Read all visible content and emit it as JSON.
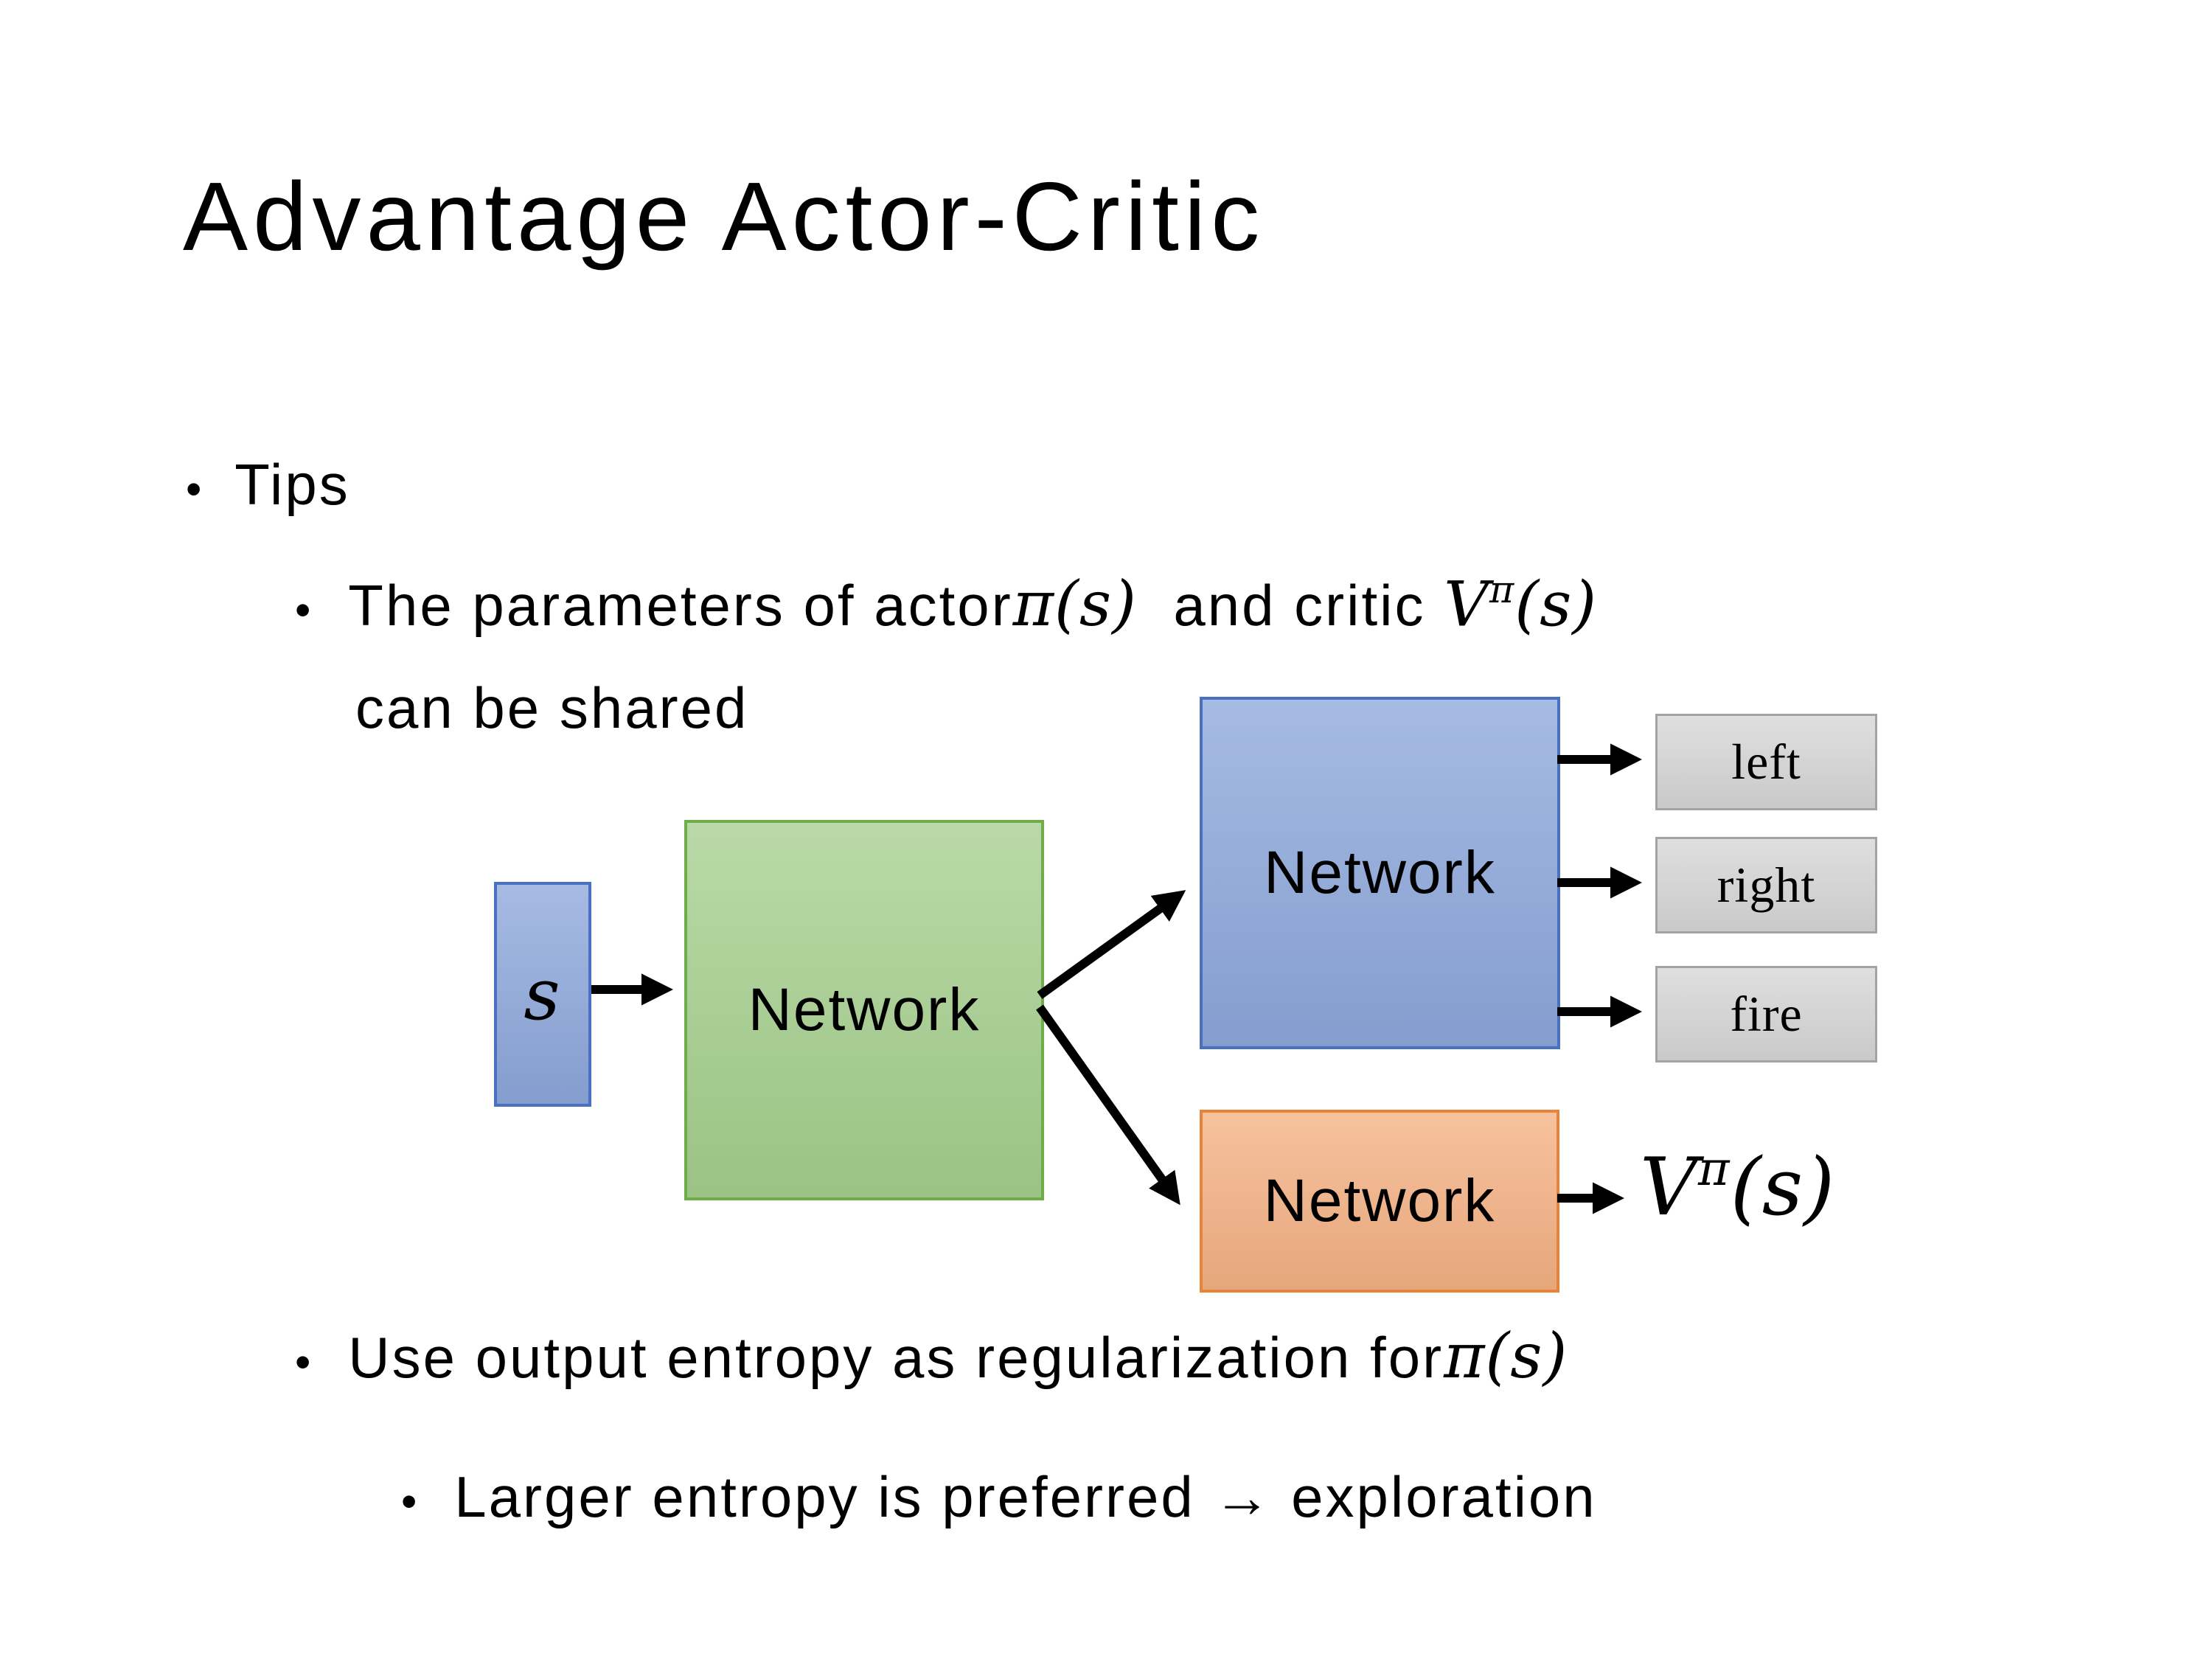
{
  "title": "Advantage Actor-Critic",
  "bullets": {
    "tips": "Tips",
    "line1_prefix": "The parameters of actor ",
    "line1_math1": "π(s)",
    "line1_mid": "  and critic ",
    "line1_v_base": "V",
    "line1_v_sup": "π",
    "line1_v_args": "(s)",
    "line2": "can be shared",
    "line3_prefix": "Use output entropy as regularization for ",
    "line3_math": "π(s)",
    "line4": "Larger entropy is preferred → exploration"
  },
  "diagram": {
    "input_label": "s",
    "shared_network": "Network",
    "actor_network": "Network",
    "critic_network": "Network",
    "actions": [
      "left",
      "right",
      "fire"
    ],
    "critic_output_base": "V",
    "critic_output_sup": "π",
    "critic_output_args": "(s)"
  },
  "colors": {
    "blue-fill": "#8da7db",
    "blue-border": "#4a70c2",
    "green-fill": "#a5cf8d",
    "green-border": "#6fad4b",
    "orange-fill": "#f4b183",
    "orange-border": "#e8833a",
    "gray-fill": "#d6d6d6",
    "gray-border": "#a3a3a3",
    "arrow": "#000000",
    "text": "#000000"
  }
}
